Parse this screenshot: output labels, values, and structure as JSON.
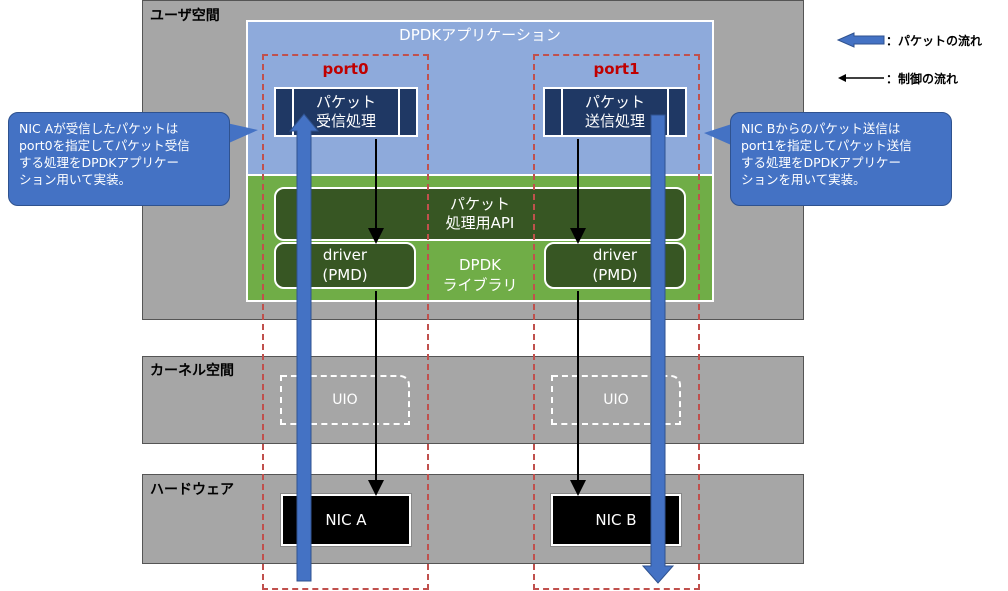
{
  "layers": {
    "user_space": "ユーザ空間",
    "kernel_space": "カーネル空間",
    "hardware": "ハードウェア"
  },
  "app": {
    "title": "DPDKアプリケーション"
  },
  "ports": {
    "port0": "port0",
    "port1": "port1"
  },
  "processing": {
    "rx_line1": "パケット",
    "rx_line2": "受信処理",
    "tx_line1": "パケット",
    "tx_line2": "送信処理"
  },
  "library": {
    "api_line1": "パケット",
    "api_line2": "処理用API",
    "driver_line1": "driver",
    "driver_line2": "(PMD)",
    "dpdk_line1": "DPDK",
    "dpdk_line2": "ライブラリ"
  },
  "kernel": {
    "uio_left": "UIO",
    "uio_right": "UIO"
  },
  "hardware": {
    "nic_a": "NIC A",
    "nic_b": "NIC B"
  },
  "callouts": {
    "left_line1": "NIC Aが受信したパケットは",
    "left_line2": "port0を指定してパケット受信",
    "left_line3": "する処理をDPDKアプリケー",
    "left_line4": "ション用いて実装。",
    "right_line1": "NIC Bからのパケット送信は",
    "right_line2": "port1を指定してパケット送信",
    "right_line3": "する処理をDPDKアプリケー",
    "right_line4": "ションを用いて実装。"
  },
  "legend": {
    "packet_flow": "：パケットの流れ",
    "control_flow": "：制御の流れ"
  },
  "colors": {
    "packet_arrow": "#4472c4",
    "port_border": "#c0504d",
    "app_bg": "#8eaadb",
    "lib_bg": "#70ad47",
    "layer_bg": "#a6a6a6"
  }
}
